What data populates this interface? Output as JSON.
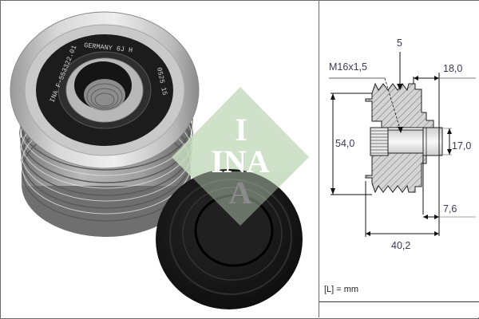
{
  "brand": {
    "name": "INA",
    "logo_letters_top": "I",
    "logo_letters_middle": "INA",
    "logo_letters_bottom": "A",
    "logo_color": "#c8dcc0"
  },
  "photo": {
    "pulley_ring_text_left": "INA F-553322.01",
    "pulley_ring_text_top": "GERMANY 6J H",
    "pulley_ring_text_right": "0525 15",
    "items": [
      "alternator-freewheel-pulley",
      "protective-cap"
    ]
  },
  "drawing": {
    "dimensions": {
      "thread": "M16x1,5",
      "groove_count": "5",
      "width_hub": "18,0",
      "outer_diameter": "54,0",
      "inner_diameter": "17,0",
      "offset": "7,6",
      "overall_width": "40,2"
    },
    "unit_note": "[L] = mm"
  },
  "colors": {
    "border": "#6b6b6b",
    "dimension_text": "#3a3a5a",
    "hatch_fill": "#d4d4d4",
    "cap_black": "#141414"
  }
}
